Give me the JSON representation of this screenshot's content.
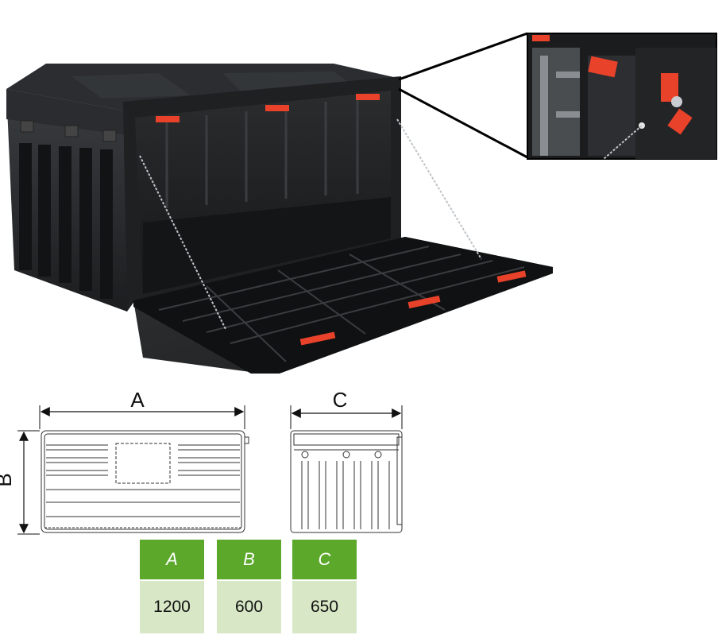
{
  "product_photo": {
    "icon": "toolbox-open-photo"
  },
  "detail_inset": {
    "icon": "padlock-latch-closeup"
  },
  "dimension_drawing": {
    "front_view_label_width": "A",
    "front_view_label_height": "B",
    "side_view_label_depth": "C"
  },
  "spec_table": {
    "header_color": "#5ba82a",
    "value_color": "#d8e8c6",
    "columns": [
      {
        "header": "A",
        "value": "1200"
      },
      {
        "header": "B",
        "value": "600"
      },
      {
        "header": "C",
        "value": "650"
      }
    ]
  }
}
